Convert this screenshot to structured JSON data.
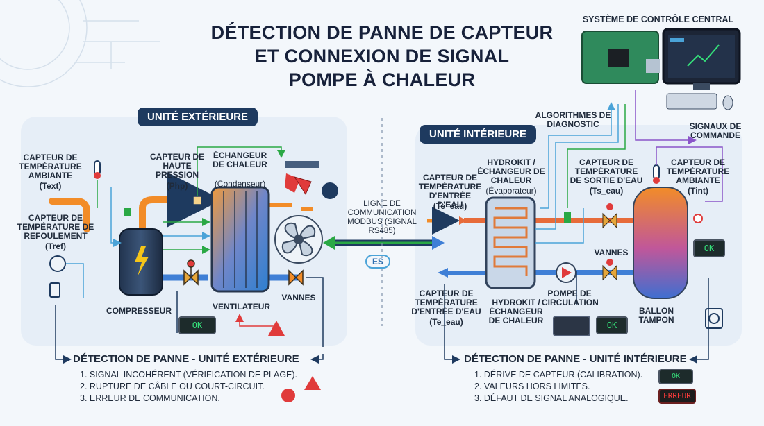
{
  "title": {
    "line1": "DÉTECTION DE PANNE DE CAPTEUR",
    "line2": "ET CONNEXION DE SIGNAL",
    "line3": "POMPE À CHALEUR"
  },
  "control": {
    "title": "SYSTÈME DE CONTRÔLE CENTRAL",
    "algorithms": "ALGORITHMES DE DIAGNOSTIC",
    "signals": "SIGNAUX DE COMMANDE"
  },
  "outdoor": {
    "header": "UNITÉ EXTÉRIEURE",
    "ambient_sensor": "CAPTEUR DE TEMPÉRATURE AMBIANTE",
    "ambient_symbol": "(Text)",
    "discharge_sensor": "CAPTEUR DE TEMPÉRATURE DE REFOULEMENT",
    "discharge_symbol": "(Tref)",
    "pressure_sensor": "CAPTEUR DE HAUTE PRESSION",
    "pressure_symbol": "(Php)",
    "exchanger": "ÉCHANGEUR DE CHALEUR",
    "exchanger_sub": "(Condenseur)",
    "compressor": "COMPRESSEUR",
    "fan": "VENTILATEUR",
    "valves": "VANNES",
    "ok": "OK"
  },
  "modbus": {
    "label": "LIGNE DE COMMUNICATION MODBUS (SIGNAL RS485)",
    "icon_text": "ES"
  },
  "indoor": {
    "header": "UNITÉ INTÉRIEURE",
    "hydrokit_top": "HYDROKIT / ÉCHANGEUR DE CHALEUR",
    "hydrokit_top_sub": "(Évaporateur)",
    "water_in_sensor": "CAPTEUR DE TEMPÉRATURE D'ENTRÉE D'EAU",
    "water_in_symbol": "(Te_eau)",
    "water_out_sensor": "CAPTEUR DE TEMPÉRATURE DE SORTIE D'EAU",
    "water_out_symbol": "(Ts_eau)",
    "ambient_sensor": "CAPTEUR DE TEMPÉRATURE AMBIANTE",
    "ambient_symbol": "(Tint)",
    "valves": "VANNES",
    "water_in_sensor2": "CAPTEUR DE TEMPÉRATURE D'ENTRÉE D'EAU",
    "water_in_symbol2": "(Te_eau)",
    "hydrokit_bottom": "HYDROKIT / ÉCHANGEUR DE CHALEUR",
    "pump": "POMPE DE CIRCULATION",
    "tank": "BALLON TAMPON",
    "ok": "OK"
  },
  "fault_outdoor": {
    "title": "DÉTECTION DE PANNE - UNITÉ EXTÉRIEURE",
    "items": [
      "1. SIGNAL INCOHÉRENT (VÉRIFICATION DE PLAGE).",
      "2. RUPTURE DE CÂBLE OU COURT-CIRCUIT.",
      "3. ERREUR DE COMMUNICATION."
    ]
  },
  "fault_indoor": {
    "title": "DÉTECTION DE PANNE - UNITÉ INTÉRIEURE",
    "items": [
      "1. DÉRIVE DE CAPTEUR (CALIBRATION).",
      "2. VALEURS HORS LIMITES.",
      "3. DÉFAUT DE SIGNAL ANALOGIQUE."
    ],
    "ok": "OK",
    "error": "ERREUR"
  },
  "colors": {
    "hot_pipe": "#f28c28",
    "cold_pipe": "#3f7fd6",
    "signal_green": "#2aa845",
    "signal_blue": "#4aa3d8",
    "signal_purple": "#8a55c9",
    "header_bg": "#1e3a5f"
  }
}
